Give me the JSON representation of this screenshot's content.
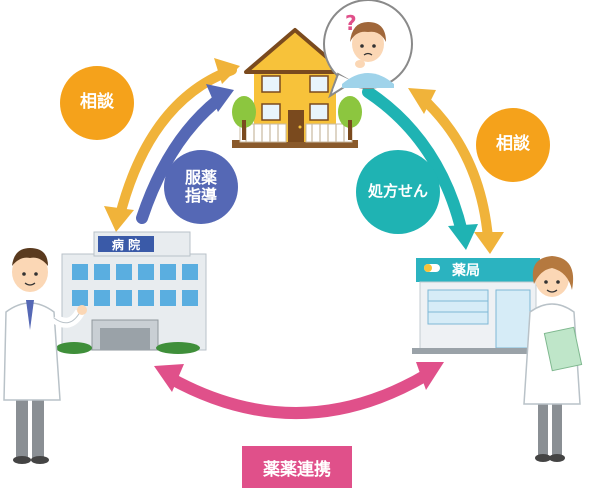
{
  "nodes": {
    "hospital": {
      "sign": "病 院"
    },
    "pharmacy": {
      "sign": "薬局"
    }
  },
  "labels": {
    "consult_left": "相談",
    "consult_right": "相談",
    "medication_guidance": [
      "服薬",
      "指導"
    ],
    "prescription": "処方せん",
    "collaboration": "薬薬連携"
  },
  "colors": {
    "orange": "#f5a21b",
    "blue": "#5568b5",
    "teal": "#1fb3b3",
    "yellow_arrow": "#f0b33a",
    "pink": "#e0508a",
    "hospital_sign": "#3a5aa8",
    "pharmacy_sign": "#2bb3c0"
  },
  "icons": {
    "question": "question-mark-icon",
    "capsule": "capsule-icon"
  }
}
